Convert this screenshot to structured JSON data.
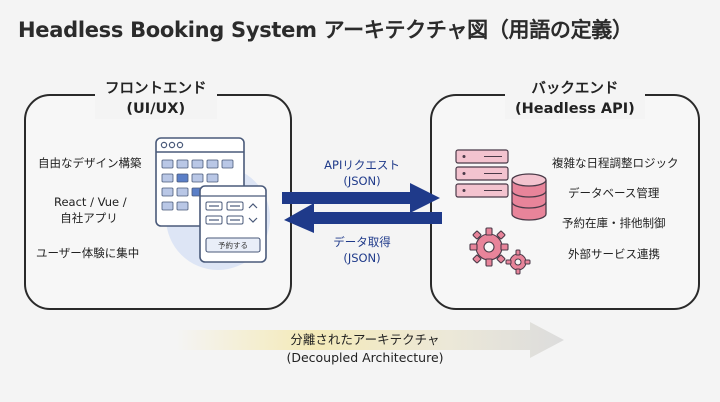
{
  "title": "Headless Booking System アーキテクチャ図（用語の定義）",
  "frontend": {
    "title_line1": "フロントエンド",
    "title_line2": "(UI/UX)",
    "items": [
      "自由なデザイン構築",
      "React / Vue /",
      "自社アプリ",
      "ユーザー体験に集中"
    ],
    "reserve_button_label": "予約する"
  },
  "backend": {
    "title_line1": "バックエンド",
    "title_line2": "(Headless API)",
    "items": [
      "複雑な日程調整ロジック",
      "データベース管理",
      "予約在庫・排他制御",
      "外部サービス連携"
    ]
  },
  "arrows": {
    "request_line1": "APIリクエスト",
    "request_line2": "(JSON)",
    "response_line1": "データ取得",
    "response_line2": "(JSON)"
  },
  "bottom": {
    "line1": "分離されたアーキテクチャ",
    "line2": "(Decoupled Architecture)"
  },
  "colors": {
    "arrow": "#1f3a8a",
    "accent_pink": "#e8849a",
    "calendar_blue": "#5b7fc7",
    "bottom_arrow": "#f2e3a0"
  }
}
